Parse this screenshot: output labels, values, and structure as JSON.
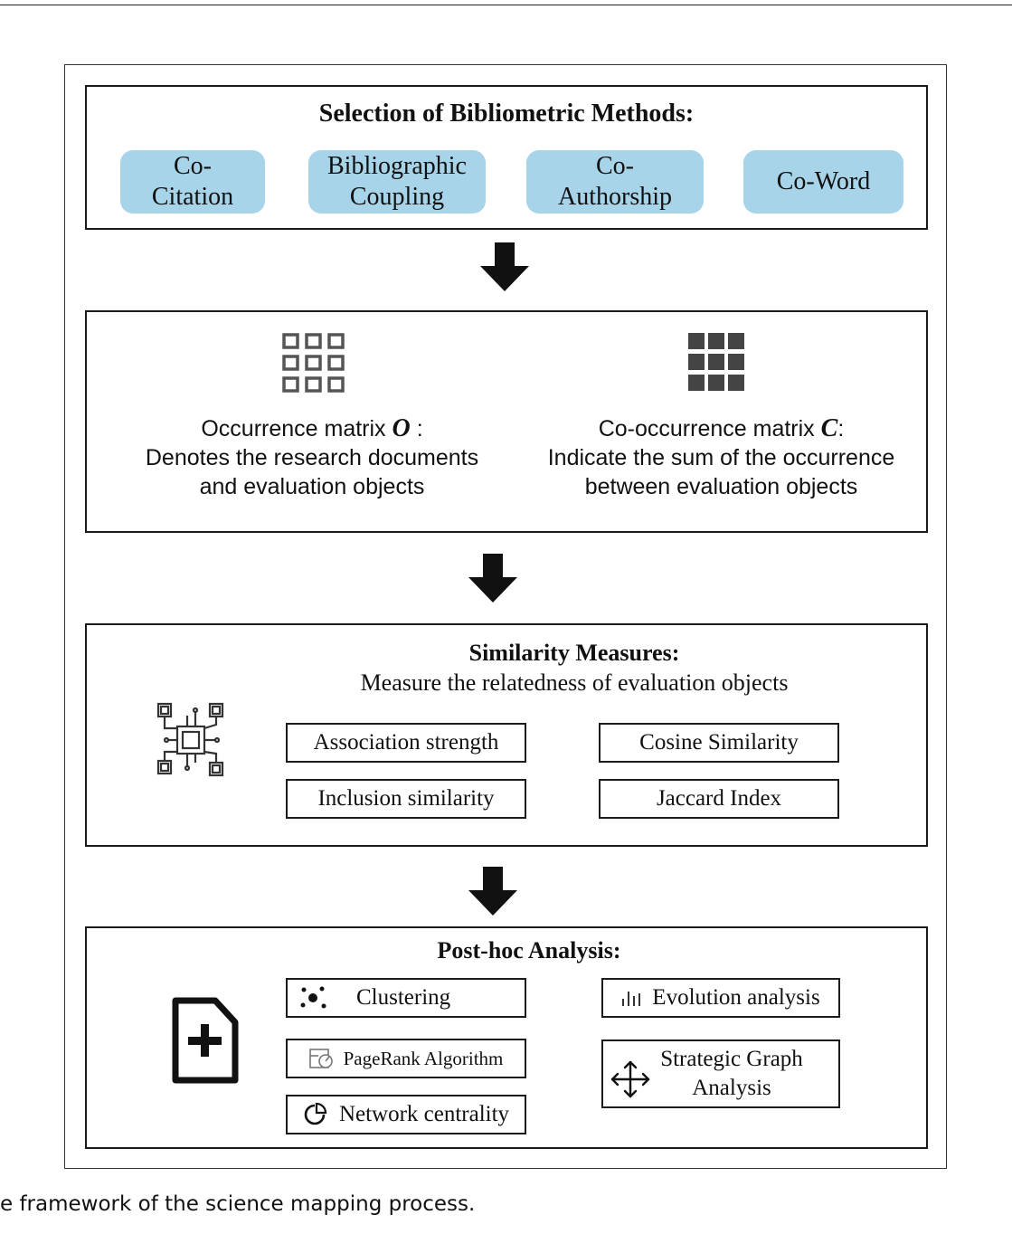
{
  "methods": {
    "title": "Selection of Bibliometric Methods:",
    "items": [
      {
        "line1": "Co-",
        "line2": "Citation"
      },
      {
        "line1": "Bibliographic",
        "line2": "Coupling"
      },
      {
        "line1": "Co-",
        "line2": "Authorship"
      },
      {
        "line1": "Co-Word",
        "line2": ""
      }
    ],
    "pill_color": "#a8d4ea"
  },
  "matrices": {
    "occurrence": {
      "label": "Occurrence matrix",
      "symbol": "O",
      "suffix": " :",
      "line2": "Denotes the research documents",
      "line3": "and evaluation objects",
      "icon": "empty-grid-icon"
    },
    "cooccurrence": {
      "label": "Co-occurrence matrix",
      "symbol": "C",
      "suffix": ":",
      "line2": "Indicate the sum of the occurrence",
      "line3": "between evaluation objects",
      "icon": "filled-grid-icon"
    }
  },
  "similarity": {
    "title": "Similarity Measures:",
    "subtitle": "Measure the relatedness of evaluation objects",
    "icon": "circuit-chip-icon",
    "measures": [
      "Association strength",
      "Cosine Similarity",
      "Inclusion similarity",
      "Jaccard Index"
    ]
  },
  "posthoc": {
    "title": "Post-hoc Analysis:",
    "icon": "document-plus-icon",
    "items": [
      {
        "label": "Clustering",
        "icon": "cluster-dots-icon"
      },
      {
        "label": "Evolution analysis",
        "icon": "bar-chart-icon"
      },
      {
        "label": "PageRank Algorithm",
        "icon": "pagerank-icon"
      },
      {
        "label": "Strategic Graph",
        "label2": "Analysis",
        "icon": "move-arrows-icon"
      },
      {
        "label": "Network centrality",
        "icon": "pie-chart-icon"
      }
    ]
  },
  "caption": "e framework of the science mapping process."
}
